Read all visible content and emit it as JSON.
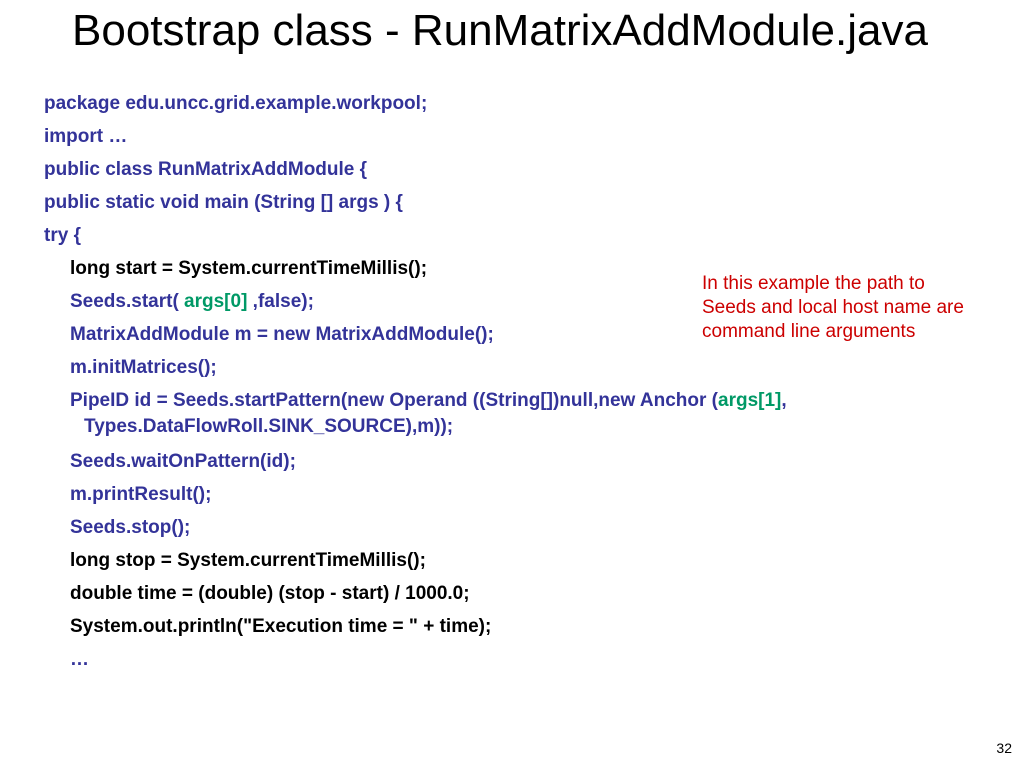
{
  "title": "Bootstrap class - RunMatrixAddModule.java",
  "code": {
    "l1": "package edu.uncc.grid.example.workpool;",
    "l2": "import …",
    "l3": "public class RunMatrixAddModule {",
    "l4": "public static void main (String [] args ) {",
    "l5": "try {",
    "l6": "long start = System.currentTimeMillis();",
    "l7a": "Seeds.start( ",
    "l7b": "args[0]",
    "l7c": " ,false);",
    "l8": "MatrixAddModule  m = new MatrixAddModule();",
    "l9": "m.initMatrices();",
    "l10a": "PipeID id = Seeds.startPattern(new Operand ((String[])null,new Anchor (",
    "l10b": "args[1]",
    "l10c": ",",
    "l11": "Types.DataFlowRoll.SINK_SOURCE),m));",
    "l12": "Seeds.waitOnPattern(id);",
    "l13": "m.printResult();",
    "l14": "Seeds.stop();",
    "l15": "long stop = System.currentTimeMillis();",
    "l16": "double time = (double) (stop - start) / 1000.0;",
    "l17": "System.out.println(\"Execution time = \" + time);",
    "l18": "…"
  },
  "note": {
    "line1": "In this example the path to",
    "line2": "Seeds and local host name are",
    "line3": "command line arguments"
  },
  "page_number": "32",
  "colors": {
    "code_blue": "#333399",
    "code_green": "#009966",
    "note_red": "#cc0000"
  }
}
